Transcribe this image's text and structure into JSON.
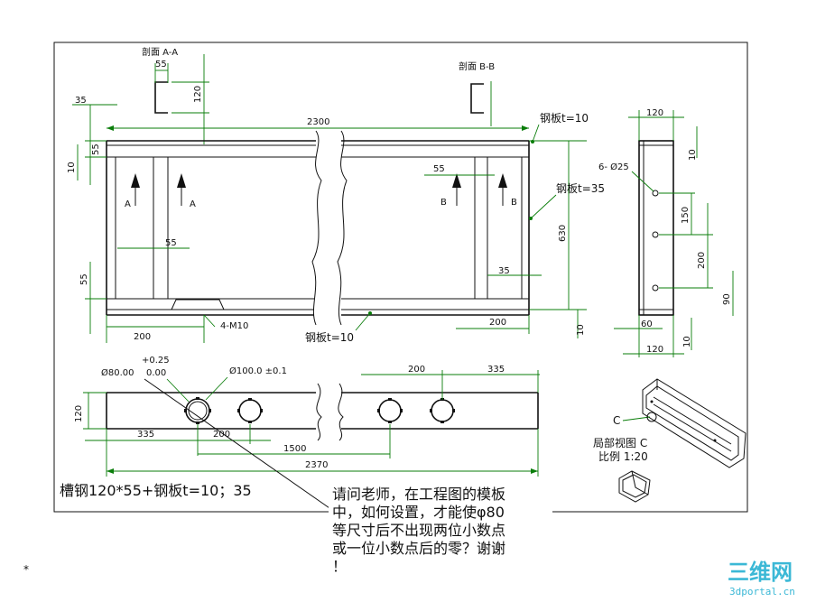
{
  "sections": {
    "section_aa": "剖面 A-A",
    "section_bb": "剖面 B-B",
    "cut_a_left": "A",
    "cut_a_right": "A",
    "cut_b_left": "B",
    "cut_b_right": "B"
  },
  "plates": {
    "plate_top": "钢板t=10",
    "plate_right": "钢板t=35",
    "plate_bottom": "钢板t=10"
  },
  "dims": {
    "d55_top": "55",
    "d120_channel": "120",
    "d35_left": "35",
    "d55_left": "55",
    "d10_left": "10",
    "d2300": "2300",
    "d55_inner_b": "55",
    "d55_inner_a": "55",
    "d630": "630",
    "d35_right": "35",
    "d55_lower_left": "55",
    "d200_bottom_left": "200",
    "d200_bottom_right": "200",
    "d10_bottom_right": "10",
    "label_4m10": "4-M10",
    "d120_side_top": "120",
    "d10_side_top": "10",
    "label_6phi25": "6- Ø25",
    "d150": "150",
    "d200_side": "200",
    "d90": "90",
    "d60": "60",
    "d10_side_bottom": "10",
    "d120_side_bottom": "120",
    "tol_plus": "+0.25",
    "phi80": "Ø80.00",
    "tol_zero": "0.00",
    "phi100": "Ø100.0 ±0.1",
    "d200_plan_right": "200",
    "d335_plan_right": "335",
    "d120_plan": "120",
    "d335_plan_left": "335",
    "d200_plan_mid": "200",
    "d1500": "1500",
    "d2370": "2370"
  },
  "detail": {
    "marker": "C",
    "title": "局部视图 C",
    "scale": "比例 1:20"
  },
  "caption": "槽钢120*55+钢板t=10；35",
  "question": {
    "line1": "请问老师，在工程图的模板",
    "line2": "中，如何设置，才能使φ80",
    "line3": "等尺寸后不出现两位小数点",
    "line4": "或一位小数点后的零？谢谢",
    "line5": "！"
  },
  "corner_mark": "*",
  "watermark": {
    "brand": "三维网",
    "site": "3dportal.cn"
  }
}
